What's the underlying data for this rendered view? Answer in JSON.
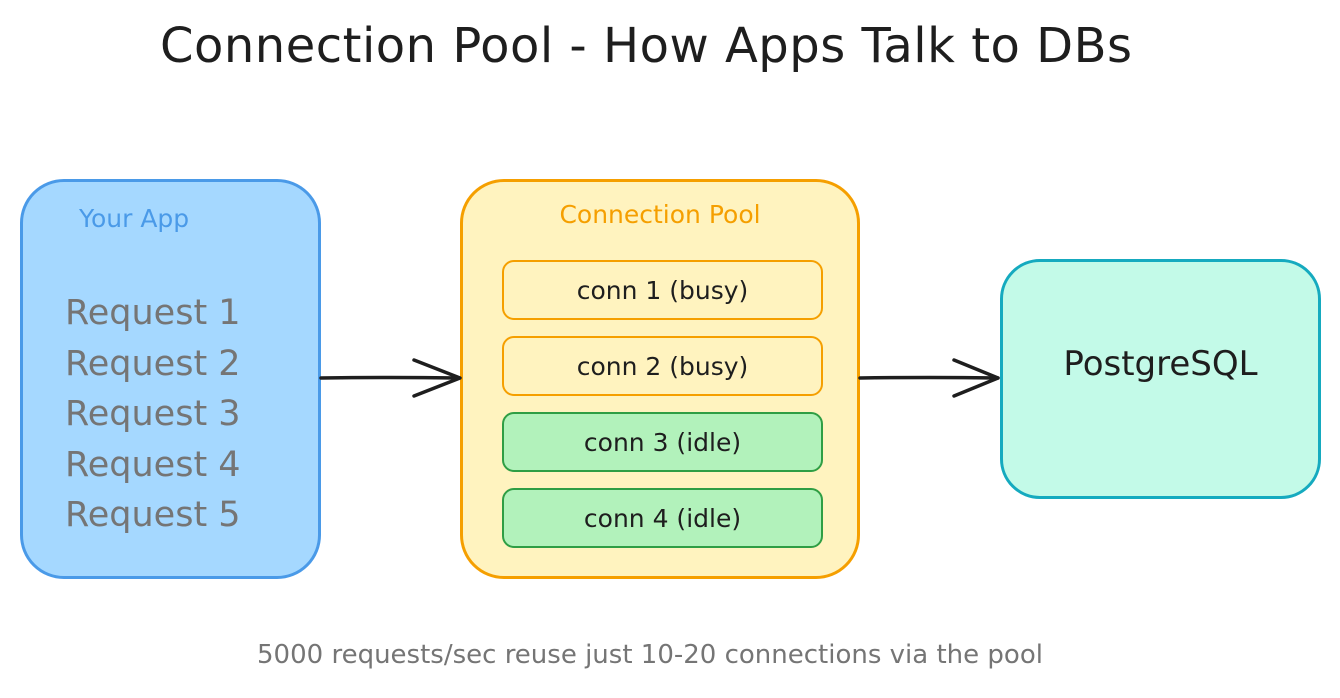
{
  "title": "Connection Pool - How Apps Talk to DBs",
  "app": {
    "label": "Your App",
    "requests": [
      "Request 1",
      "Request 2",
      "Request 3",
      "Request 4",
      "Request 5"
    ]
  },
  "pool": {
    "label": "Connection Pool",
    "connections": [
      {
        "label": "conn 1 (busy)",
        "state": "busy"
      },
      {
        "label": "conn 2 (busy)",
        "state": "busy"
      },
      {
        "label": "conn 3 (idle)",
        "state": "idle"
      },
      {
        "label": "conn 4 (idle)",
        "state": "idle"
      }
    ]
  },
  "database": {
    "label": "PostgreSQL"
  },
  "footer": "5000 requests/sec reuse just 10-20 connections via the pool",
  "colors": {
    "app_fill": "#a5d8ff",
    "app_stroke": "#4a9ae8",
    "app_label": "#4a9ae8",
    "pool_fill": "#fff3bf",
    "pool_stroke": "#f59f00",
    "pool_label": "#f59f00",
    "busy_fill": "#fff3bf",
    "busy_stroke": "#f59f00",
    "idle_fill": "#b2f2bb",
    "idle_stroke": "#2f9e44",
    "db_fill": "#c3fae8",
    "db_stroke": "#15aabf",
    "arrow": "#1e1e1e"
  }
}
